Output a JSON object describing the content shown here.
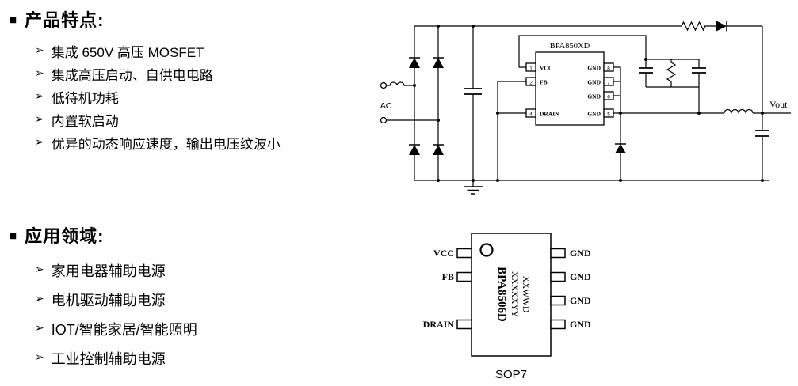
{
  "glyphs": {
    "section_marker": "■",
    "bullet": "➢"
  },
  "features": {
    "title": "产品特点:",
    "items": [
      "集成 650V 高压 MOSFET",
      "集成高压启动、自供电电路",
      "低待机功耗",
      "内置软启动",
      "优异的动态响应速度，输出电压纹波小"
    ]
  },
  "applications": {
    "title": "应用领域:",
    "items": [
      "家用电器辅助电源",
      "电机驱动辅助电源",
      "IOT/智能家居/智能照明",
      "工业控制辅助电源"
    ]
  },
  "schematic": {
    "ic_label": "BPA850XD",
    "ac_label": "AC",
    "vout_label": "Vout",
    "left_pins": [
      {
        "num": "1",
        "name": "VCC"
      },
      {
        "num": "2",
        "name": "FB"
      },
      {
        "num": "4",
        "name": "DRAIN"
      }
    ],
    "right_pins": [
      {
        "num": "8",
        "name": "GND"
      },
      {
        "num": "7",
        "name": "GND"
      },
      {
        "num": "6",
        "name": "GND"
      },
      {
        "num": "5",
        "name": "GND"
      }
    ]
  },
  "package": {
    "marking": [
      "BPA8506D",
      "XXXXXYY",
      "XXWWD"
    ],
    "left_pins": [
      "VCC",
      "FB",
      "DRAIN"
    ],
    "right_pins": [
      "GND",
      "GND",
      "GND",
      "GND"
    ],
    "name": "SOP7"
  }
}
